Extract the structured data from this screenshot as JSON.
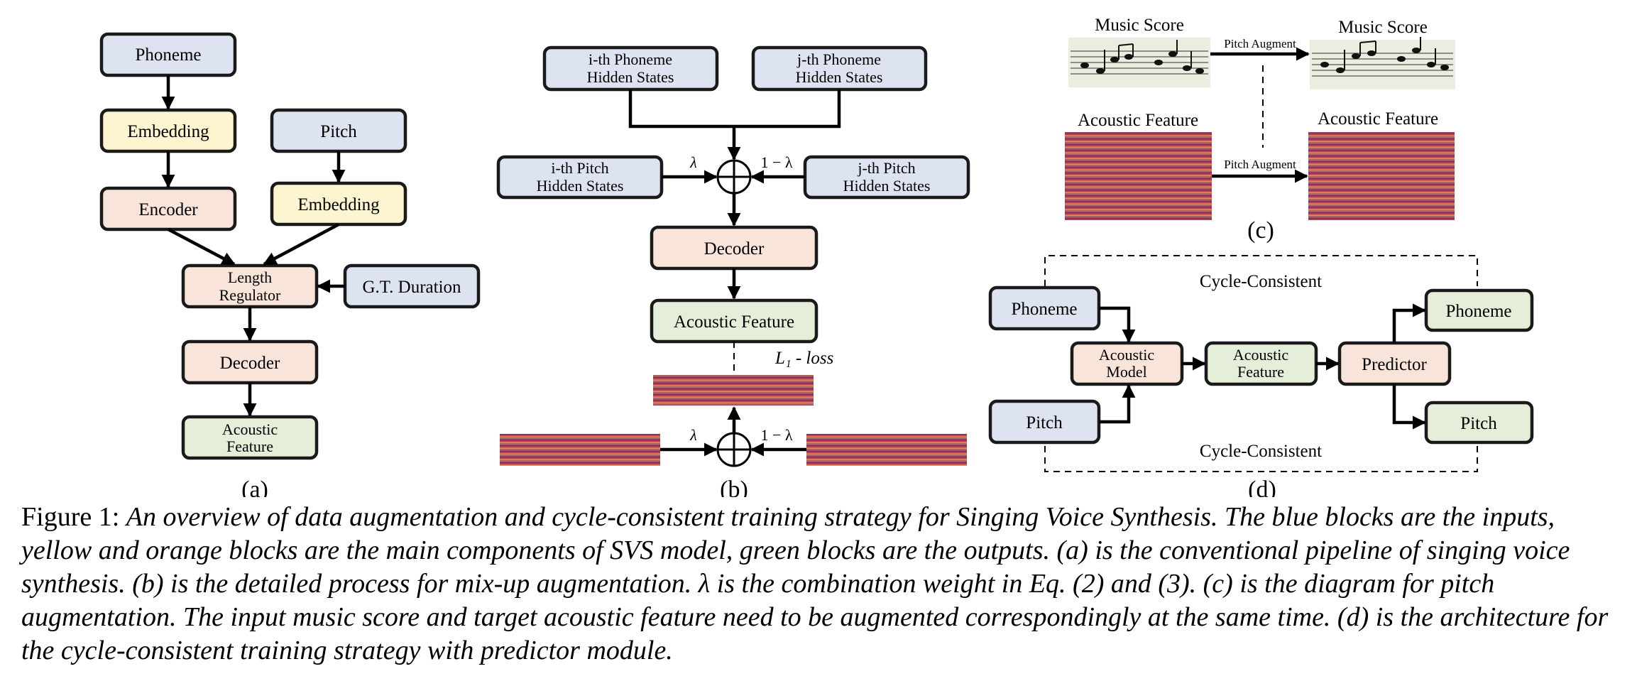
{
  "colors": {
    "input_blue": "#dde3f0",
    "component_yellow": "#fdf4d0",
    "component_orange": "#f8e4d9",
    "output_green": "#e4eed9"
  },
  "panel_a": {
    "label": "(a)",
    "phoneme": "Phoneme",
    "embedding1": "Embedding",
    "pitch": "Pitch",
    "encoder": "Encoder",
    "embedding2": "Embedding",
    "length_regulator": [
      "Length",
      "Regulator"
    ],
    "gt_duration": "G.T. Duration",
    "decoder": "Decoder",
    "acoustic_feature": [
      "Acoustic",
      "Feature"
    ]
  },
  "panel_b": {
    "label": "(b)",
    "i_phoneme": [
      "i-th Phoneme",
      "Hidden States"
    ],
    "j_phoneme": [
      "j-th Phoneme",
      "Hidden States"
    ],
    "i_pitch": [
      "i-th Pitch",
      "Hidden States"
    ],
    "j_pitch": [
      "j-th Pitch",
      "Hidden States"
    ],
    "lambda": "λ",
    "one_minus_lambda": "1 − λ",
    "decoder": "Decoder",
    "acoustic_feature": "Acoustic Feature",
    "loss": "L₁ - loss"
  },
  "panel_c": {
    "label": "(c)",
    "music_score_left": "Music Score",
    "music_score_right": "Music Score",
    "pitch_augment_top": "Pitch Augment",
    "acoustic_left": "Acoustic Feature",
    "acoustic_right": "Acoustic Feature",
    "pitch_augment_bottom": "Pitch Augment"
  },
  "panel_d": {
    "label": "(d)",
    "cycle_top": "Cycle-Consistent",
    "cycle_bottom": "Cycle-Consistent",
    "phoneme_in": "Phoneme",
    "pitch_in": "Pitch",
    "acoustic_model": [
      "Acoustic",
      "Model"
    ],
    "acoustic_feature": [
      "Acoustic",
      "Feature"
    ],
    "predictor": "Predictor",
    "phoneme_out": "Phoneme",
    "pitch_out": "Pitch"
  },
  "caption": {
    "prefix": "Figure 1: ",
    "text": "An overview of data augmentation and cycle-consistent training strategy for Singing Voice Synthesis. The blue blocks are the inputs, yellow and orange blocks are the main components of SVS model, green blocks are the outputs. (a) is the conventional pipeline of singing voice synthesis. (b) is the detailed process for mix-up augmentation. λ is the combination weight in Eq. (2) and (3). (c) is the diagram for pitch augmentation. The input music score and target acoustic feature need to be augmented correspondingly at the same time. (d) is the architecture for the cycle-consistent training strategy with predictor module."
  }
}
